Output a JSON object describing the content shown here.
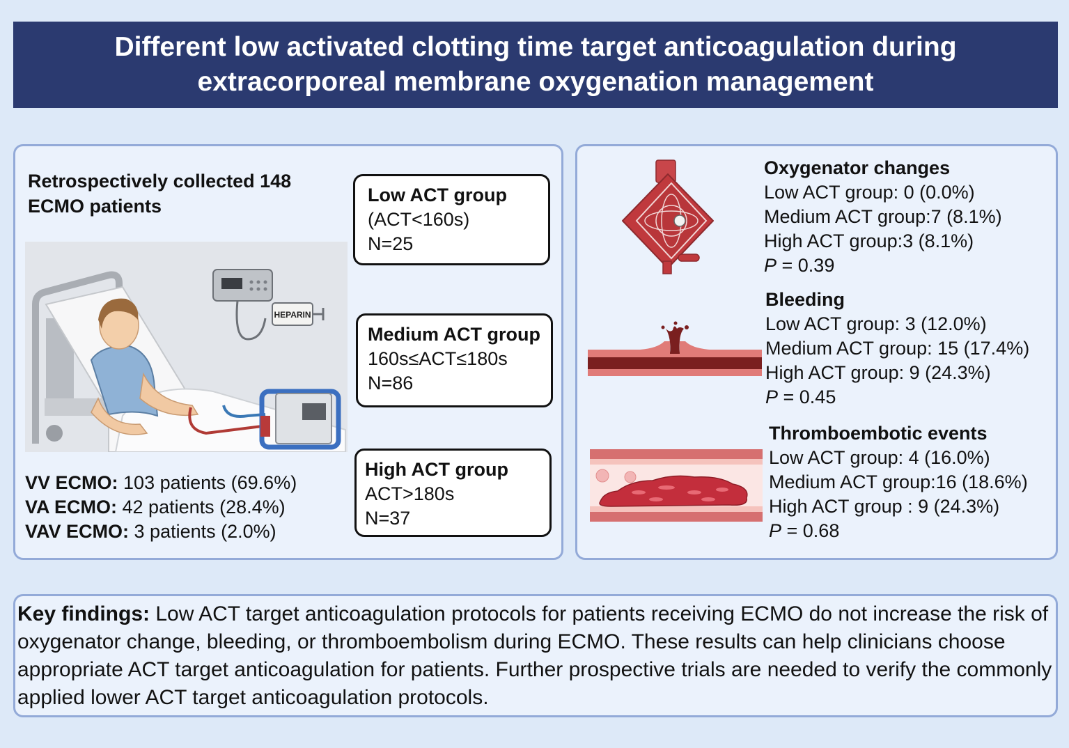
{
  "header": {
    "title_line1": "Different low activated clotting time target anticoagulation during",
    "title_line2": "extracorporeal membrane oxygenation management",
    "background_color": "#2b3a70"
  },
  "cohort": {
    "title": "Retrospectively collected 148 ECMO patients",
    "illustration": {
      "description": "patient in hospital bed connected to ECMO machine with heparin syringe pump",
      "syringe_label": "HEPARIN"
    },
    "ecmo_types": [
      {
        "label": "VV ECMO:",
        "value": "103 patients (69.6%)"
      },
      {
        "label": "VA ECMO:",
        "value": "42 patients (28.4%)"
      },
      {
        "label": "VAV ECMO:",
        "value": "3 patients (2.0%)"
      }
    ]
  },
  "groups": [
    {
      "name": "Low ACT group",
      "criteria": "(ACT<160s)",
      "n": "N=25"
    },
    {
      "name": "Medium ACT group",
      "criteria": "160s≤ACT≤180s",
      "n": "N=86"
    },
    {
      "name": "High ACT group",
      "criteria": "ACT>180s",
      "n": "N=37"
    }
  ],
  "outcomes": [
    {
      "title": "Oxygenator changes",
      "icon": "oxygenator-icon",
      "rows": [
        "Low ACT group: 0 (0.0%)",
        "Medium ACT group:7 (8.1%)",
        "High ACT group:3 (8.1%)"
      ],
      "p_label": "P",
      "p_value": " = 0.39"
    },
    {
      "title": "Bleeding",
      "icon": "bleeding-vessel-icon",
      "rows": [
        "Low ACT group: 3 (12.0%)",
        "Medium ACT group: 15 (17.4%)",
        "High ACT group: 9 (24.3%)"
      ],
      "p_label": "P",
      "p_value": " = 0.45"
    },
    {
      "title": "Thromboembotic events",
      "icon": "thrombus-vessel-icon",
      "rows": [
        "Low ACT group: 4 (16.0%)",
        "Medium ACT group:16 (18.6%)",
        "High ACT group : 9 (24.3%)"
      ],
      "p_label": "P",
      "p_value": " = 0.68"
    }
  ],
  "key_findings": {
    "label": "Key findings:",
    "text": " Low ACT target anticoagulation protocols for patients receiving ECMO do not increase the risk of oxygenator change, bleeding, or thromboembolism during ECMO. These results can help clinicians choose appropriate ACT target anticoagulation for patients. Further prospective trials are needed to verify the commonly applied lower ACT target anticoagulation protocols."
  },
  "colors": {
    "page_background": "#dde9f8",
    "panel_background": "#ebf2fc",
    "panel_border": "#93aad8",
    "accent_red": "#c0393d"
  }
}
